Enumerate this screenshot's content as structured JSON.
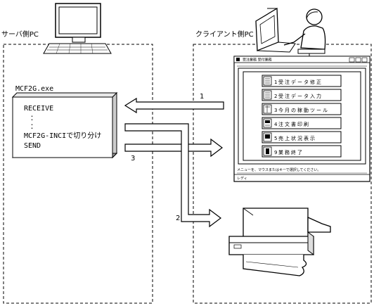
{
  "server": {
    "label": "サーバ側PC",
    "exe_name": "MCF2G.exe",
    "lines": [
      "RECEIVE",
      "：",
      "：",
      "MCF2G-INCIで切り分け",
      "SEND"
    ]
  },
  "client": {
    "label": "クライアント側PC",
    "window": {
      "title": "受注業務 受付業務",
      "buttons": [
        {
          "num": "1",
          "label": "受注データ修正"
        },
        {
          "num": "2",
          "label": "受注データ入力"
        },
        {
          "num": "3",
          "label": "今月の稼動ツール"
        },
        {
          "num": "4",
          "label": "注文書印刷"
        },
        {
          "num": "5",
          "label": "売上状況表示"
        },
        {
          "num": "9",
          "label": "業務終了"
        }
      ],
      "message": "メニューを、マウスまたはキーで選択してください。",
      "status": "レディ"
    }
  },
  "arrows": {
    "arrow1": "1",
    "arrow2": "2",
    "arrow3": "3"
  }
}
